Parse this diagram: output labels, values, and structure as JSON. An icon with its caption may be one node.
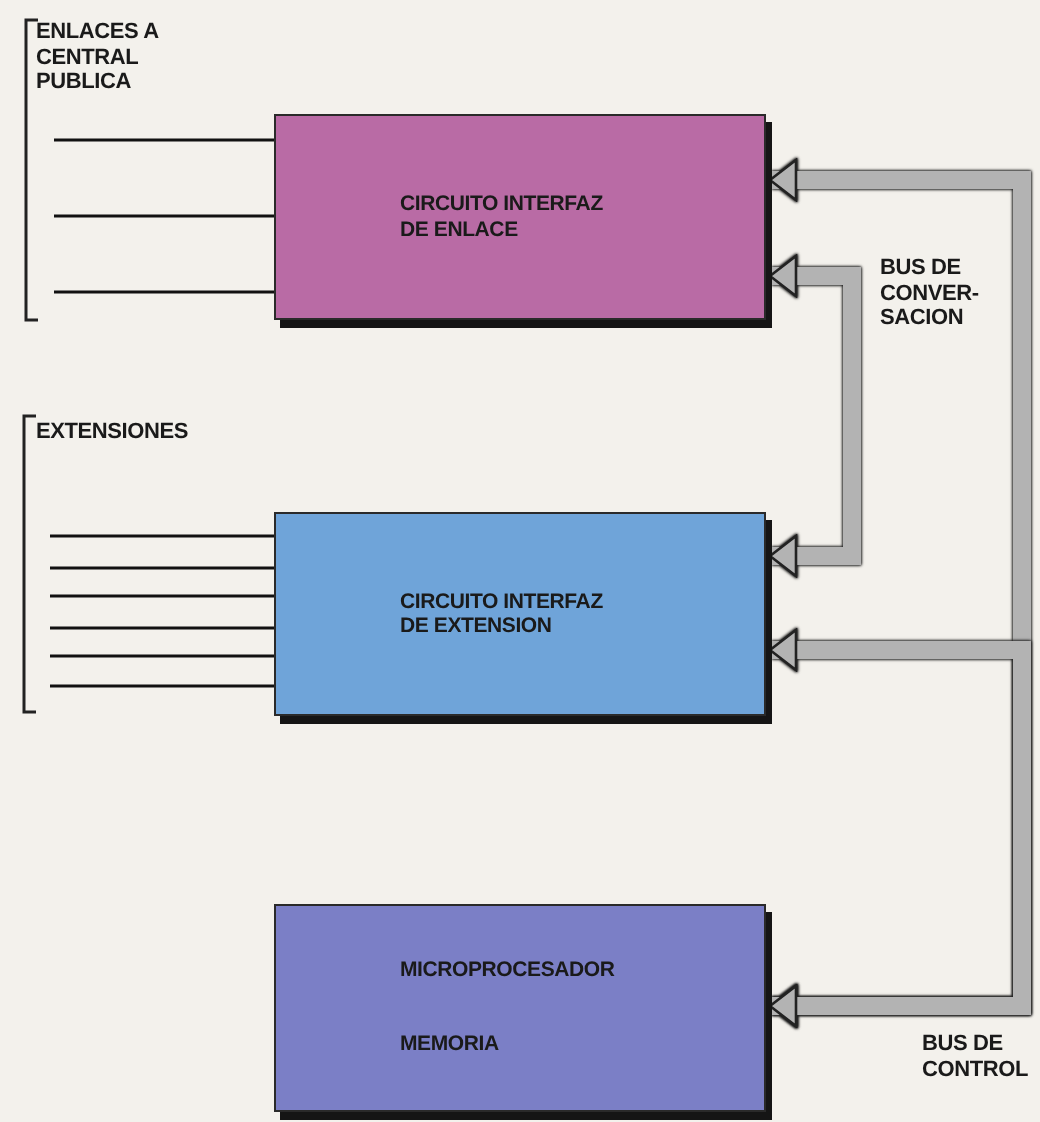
{
  "diagram": {
    "nodes": [
      {
        "text": [
          "CIRCUITO INTERFAZ DE ENLACE"
        ]
      },
      {
        "text": [
          "CIRCUITO INTERFAZ DE EXTENSION"
        ]
      },
      {
        "text": [
          "MICROPROCESADOR",
          "MEMORIA"
        ]
      }
    ],
    "edges": [
      {
        "from": null,
        "to": 0,
        "arrow": "none"
      },
      {
        "from": null,
        "to": 0,
        "arrow": "none"
      },
      {
        "from": null,
        "to": 0,
        "arrow": "none"
      },
      {
        "from": null,
        "to": 1,
        "arrow": "none"
      },
      {
        "from": null,
        "to": 1,
        "arrow": "none"
      },
      {
        "from": null,
        "to": 1,
        "arrow": "none"
      },
      {
        "from": null,
        "to": 1,
        "arrow": "none"
      },
      {
        "from": null,
        "to": 1,
        "arrow": "none"
      },
      {
        "from": null,
        "to": 1,
        "arrow": "none"
      },
      {
        "from": 0,
        "to": 1,
        "arrow": "both",
        "label": "BUS DE CONVER-SACION",
        "style": "thick",
        "color": "#b3b3b3"
      },
      {
        "from": 0,
        "to": 2,
        "arrow": "both",
        "style": "thick",
        "color": "#b3b3b3"
      },
      {
        "from": 1,
        "to": 2,
        "arrow": "both",
        "label": "BUS DE CONTROL",
        "style": "thick",
        "color": "#b3b3b3"
      }
    ],
    "labels": [
      "ENLACES A CENTRAL PUBLICA",
      "EXTENSIONES"
    ]
  }
}
